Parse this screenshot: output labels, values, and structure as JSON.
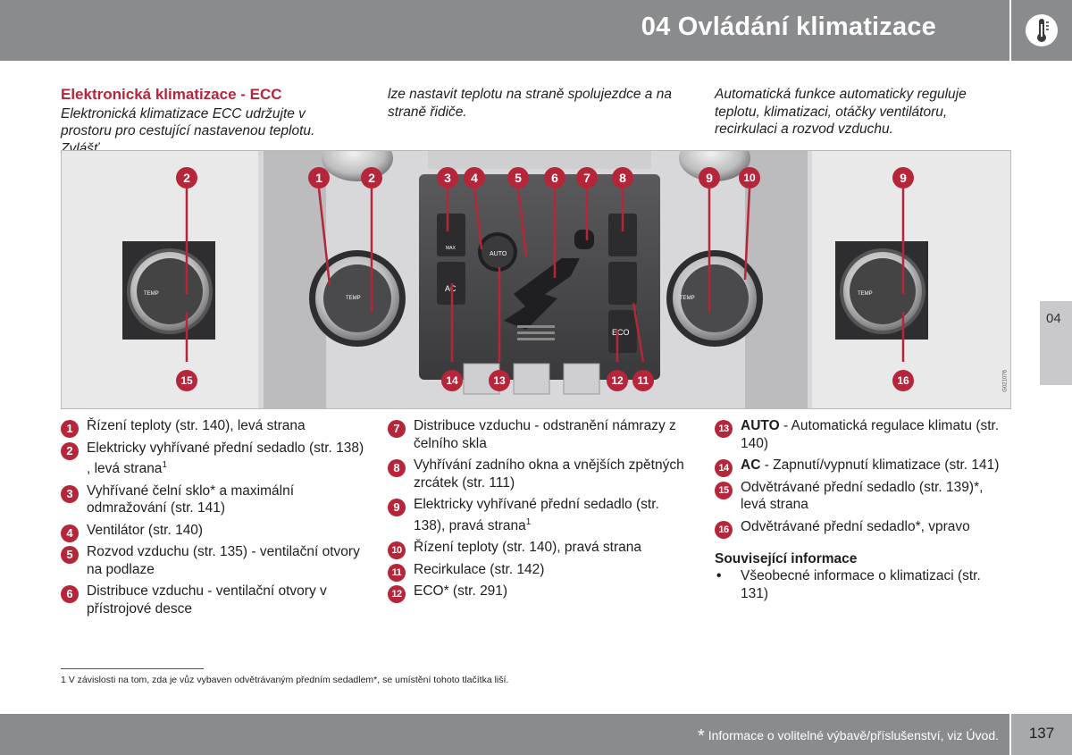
{
  "header": {
    "chapter_title": "04 Ovládání klimatizace",
    "icon": "thermometer-icon"
  },
  "side_tab": {
    "label": "04"
  },
  "intro": {
    "section_title": "Elektronická klimatizace - ECC",
    "col1_text": "Elektronická klimatizace ECC udržujte v prostoru pro cestující nastavenou teplotu. Zvlášť",
    "col2_text": "lze nastavit teplotu na straně spolujezdce a na straně řidiče.",
    "col3_text": "Automatická funkce automaticky reguluje teplotu, klimatizaci, otáčky ventilátoru, recirkulaci a rozvod vzduchu."
  },
  "figure": {
    "code": "G021076",
    "callouts": [
      "2",
      "1",
      "2",
      "3",
      "4",
      "5",
      "6",
      "7",
      "8",
      "9",
      "10",
      "9",
      "15",
      "14",
      "13",
      "12",
      "11",
      "16"
    ],
    "panel_labels": {
      "temp": "TEMP",
      "auto": "AUTO",
      "ac": "AC",
      "eco": "ECO",
      "max": "MAX"
    }
  },
  "legend": {
    "col1": [
      {
        "num": "1",
        "text": "Řízení teploty (str. 140), levá strana"
      },
      {
        "num": "2",
        "text": "Elektricky vyhřívané přední sedadlo (str. 138) , levá strana",
        "sup": "1"
      },
      {
        "num": "3",
        "text": "Vyhřívané čelní sklo* a maximální odmražování (str. 141)"
      },
      {
        "num": "4",
        "text": "Ventilátor (str. 140)"
      },
      {
        "num": "5",
        "text": "Rozvod vzduchu (str. 135) - ventilační otvory na podlaze"
      },
      {
        "num": "6",
        "text": "Distribuce vzduchu - ventilační otvory v přístrojové desce"
      }
    ],
    "col2": [
      {
        "num": "7",
        "text": "Distribuce vzduchu - odstranění námrazy z čelního skla"
      },
      {
        "num": "8",
        "text": "Vyhřívání zadního okna a vnějších zpětných zrcátek (str. 111)"
      },
      {
        "num": "9",
        "text": "Elektricky vyhřívané přední sedadlo (str. 138), pravá strana",
        "sup": "1"
      },
      {
        "num": "10",
        "text": "Řízení teploty (str. 140), pravá strana"
      },
      {
        "num": "11",
        "text": "Recirkulace (str. 142)"
      },
      {
        "num": "12",
        "text": "ECO* (str. 291)"
      }
    ],
    "col3": [
      {
        "num": "13",
        "bold": "AUTO",
        "text": " - Automatická regulace klimatu (str. 140)"
      },
      {
        "num": "14",
        "bold": "AC",
        "text": " - Zapnutí/vypnutí klimatizace (str. 141)"
      },
      {
        "num": "15",
        "text": "Odvětrávané přední sedadlo (str. 139)*, levá strana"
      },
      {
        "num": "16",
        "text": "Odvětrávané přední sedadlo*, vpravo"
      }
    ]
  },
  "related": {
    "title": "Související informace",
    "items": [
      "Všeobecné informace o klimatizaci (str. 131)"
    ]
  },
  "footnote": "1 V závislosti na tom, zda je vůz vybaven odvětrávaným předním sedadlem*, se umístění tohoto tlačítka liší.",
  "footer": {
    "star": "*",
    "text": "Informace o volitelné výbavě/příslušenství, viz Úvod.",
    "page_number": "137"
  },
  "colors": {
    "accent": "#b5263b",
    "header_gray": "#8a8b8d"
  }
}
